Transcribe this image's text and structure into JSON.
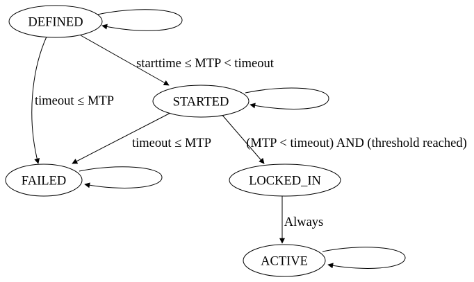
{
  "diagram": {
    "type": "state-machine-graph",
    "background_color": "#ffffff",
    "stroke_color": "#000000",
    "text_color": "#000000",
    "nodes": [
      {
        "id": "defined",
        "label": "DEFINED",
        "has_self_loop": true
      },
      {
        "id": "started",
        "label": "STARTED",
        "has_self_loop": true
      },
      {
        "id": "failed",
        "label": "FAILED",
        "has_self_loop": true
      },
      {
        "id": "locked_in",
        "label": "LOCKED_IN",
        "has_self_loop": false
      },
      {
        "id": "active",
        "label": "ACTIVE",
        "has_self_loop": true
      }
    ],
    "edges": [
      {
        "from": "DEFINED",
        "to": "STARTED",
        "label": "starttime ≤ MTP < timeout"
      },
      {
        "from": "DEFINED",
        "to": "FAILED",
        "label": "timeout ≤ MTP"
      },
      {
        "from": "STARTED",
        "to": "FAILED",
        "label": "timeout ≤ MTP"
      },
      {
        "from": "STARTED",
        "to": "LOCKED_IN",
        "label": "(MTP < timeout) AND (threshold reached)"
      },
      {
        "from": "LOCKED_IN",
        "to": "ACTIVE",
        "label": "Always"
      },
      {
        "from": "DEFINED",
        "to": "DEFINED",
        "label": ""
      },
      {
        "from": "STARTED",
        "to": "STARTED",
        "label": ""
      },
      {
        "from": "FAILED",
        "to": "FAILED",
        "label": ""
      },
      {
        "from": "ACTIVE",
        "to": "ACTIVE",
        "label": ""
      }
    ]
  }
}
